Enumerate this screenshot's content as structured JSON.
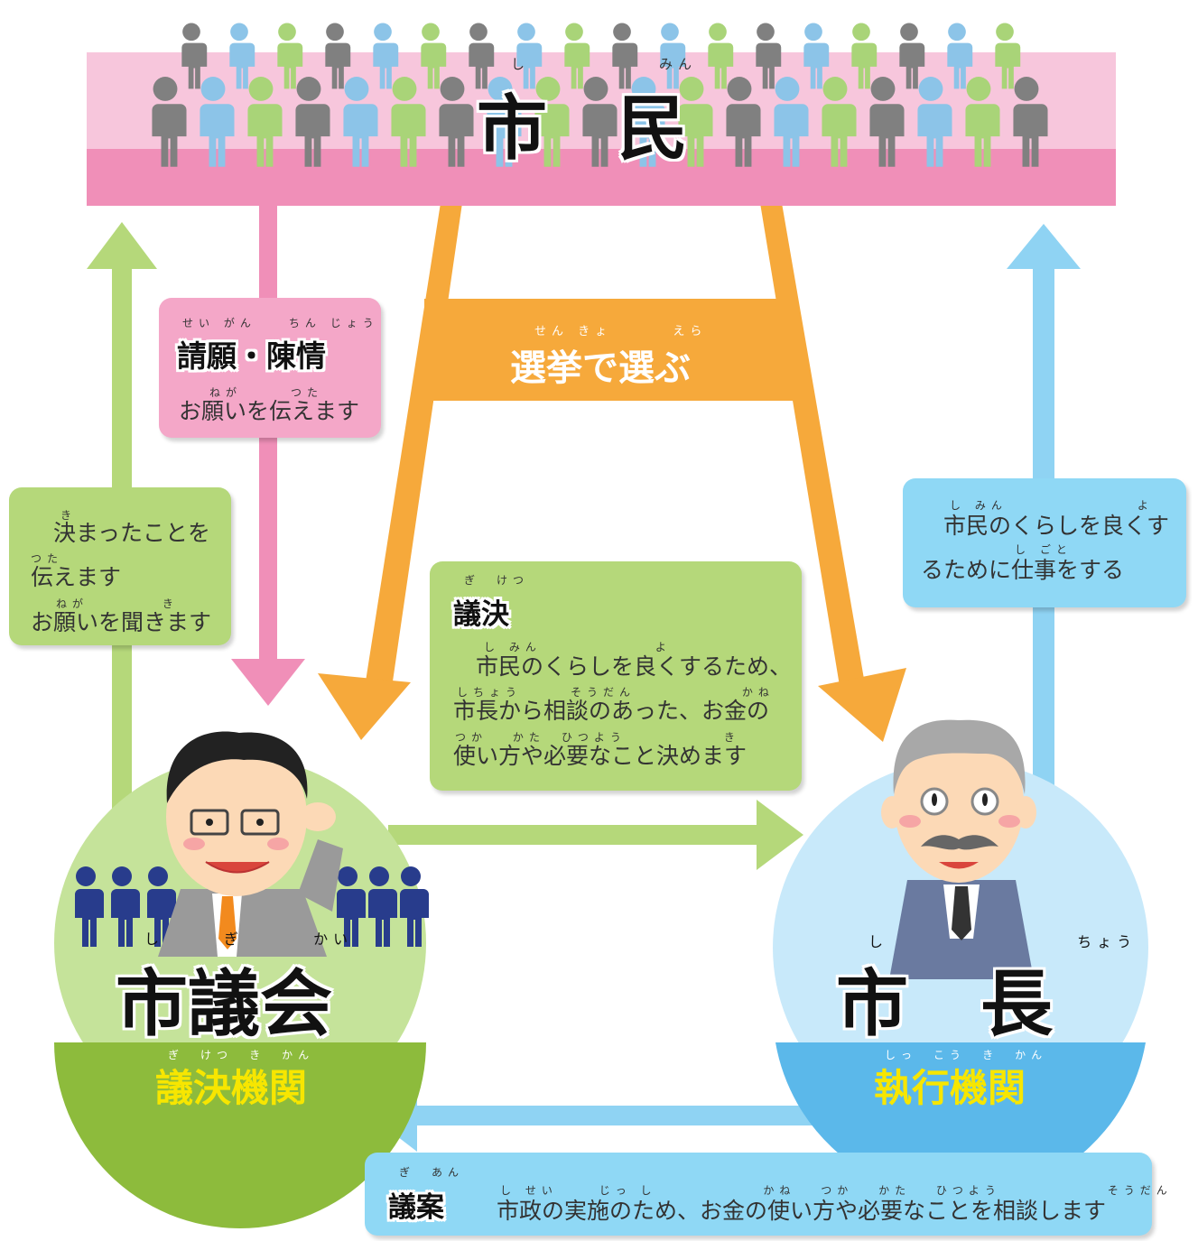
{
  "citizens": {
    "label": "市　民",
    "ruby": [
      "し",
      "みん"
    ]
  },
  "election": {
    "label": "選挙で選ぶ",
    "ruby": [
      "せん",
      "きょ",
      "えら"
    ]
  },
  "petition": {
    "title": "請願・陳情",
    "title_ruby": [
      "せい",
      "がん",
      "ちん",
      "じょう"
    ],
    "line": "お願いを伝えます",
    "line_ruby": [
      "ねが",
      "つた"
    ]
  },
  "council_report": {
    "lines": [
      "　決まったことを",
      "伝えます",
      "お願いを聞きます"
    ],
    "ruby": [
      "き",
      "つた",
      "ねが",
      "き"
    ]
  },
  "resolution": {
    "title": "議決",
    "title_ruby": [
      "ぎ",
      "けつ"
    ],
    "lines": [
      "　市民のくらしを良くするため、",
      "市長から相談のあった、お金の",
      "使い方や必要なこと決めます"
    ],
    "ruby": [
      "し",
      "みん",
      "よ",
      "しちょう",
      "そうだん",
      "かね",
      "つか",
      "かた",
      "ひつよう",
      "き"
    ]
  },
  "mayor_work": {
    "lines": [
      "　市民のくらしを良くす",
      "るために仕事をする"
    ],
    "ruby": [
      "し",
      "みん",
      "よ",
      "し",
      "ごと"
    ]
  },
  "council": {
    "label": "市議会",
    "ruby": [
      "し",
      "ぎ",
      "かい"
    ],
    "role": "議決機関",
    "role_ruby": [
      "ぎ",
      "けつ",
      "き",
      "かん"
    ]
  },
  "mayor": {
    "label": "市　長",
    "ruby": [
      "し",
      "ちょう"
    ],
    "role": "執行機関",
    "role_ruby": [
      "しっ",
      "こう",
      "き",
      "かん"
    ]
  },
  "bill": {
    "title": "議案",
    "title_ruby": [
      "ぎ",
      "あん"
    ],
    "text": "市政の実施のため、お金の使い方や必要なことを相談します",
    "ruby": [
      "し",
      "せい",
      "じっ",
      "し",
      "かね",
      "つか",
      "かた",
      "ひつよう",
      "そうだん"
    ]
  },
  "colors": {
    "pink": "#f08fb8",
    "pink_light": "#f7c6dc",
    "orange": "#f6a93b",
    "green": "#b5d87a",
    "green_dark": "#8dbb3c",
    "blue": "#8fd3f3",
    "blue_dark": "#5bb8ea",
    "person_gray": "#808080",
    "person_blue": "#8cc4e8",
    "person_green": "#a9d478",
    "navy": "#283c8c",
    "yellow": "#f7e600"
  }
}
